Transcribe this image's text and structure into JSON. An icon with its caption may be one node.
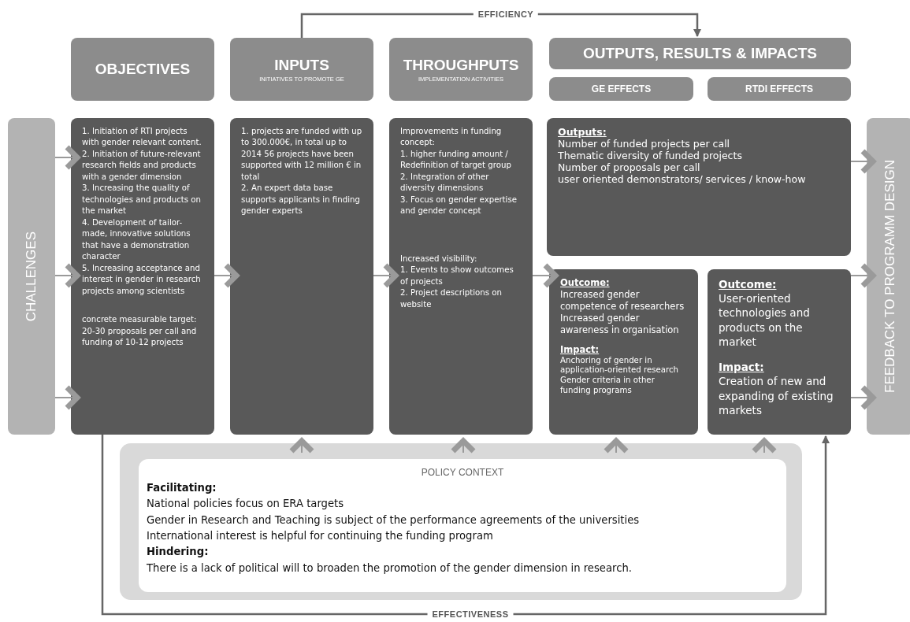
{
  "diagram": {
    "nodes": [
      {
        "text": [
          "OBJECTIVES"
        ]
      },
      {
        "text": [
          "INPUTS",
          "INITIATIVES TO PROMOTE GE"
        ]
      },
      {
        "text": [
          "THROUGHPUTS",
          "IMPLEMENTATION ACTIVITIES"
        ]
      },
      {
        "text": [
          "OUTPUTS, RESULTS & IMPACTS"
        ]
      },
      {
        "text": [
          "GE EFFECTS"
        ]
      },
      {
        "text": [
          "RTDI EFFECTS"
        ]
      },
      {
        "text": [
          "CHALLENGES"
        ]
      },
      {
        "text": [
          "1. Initiation of RTI projects with gender relevant content.",
          "2. Initiation of future-relevant research fields and products with a gender dimension",
          "3. Increasing the quality of technologies and products on the market",
          "4. Development of tailor-made, innovative solutions that have a demonstration character",
          "5. Increasing acceptance and interest in gender in research projects among scientists",
          "concrete measurable target: 20-30 proposals per call and funding of 10-12 projects"
        ]
      },
      {
        "text": [
          "1. projects are funded with up to 300.000€, in total up to 2014 56 projects have been supported with 12 million € in total",
          "2. An expert data base supports applicants in finding gender experts"
        ]
      },
      {
        "text": [
          "Improvements in funding concept:",
          "1. higher funding amount / Redefinition of target group",
          "2. Integration of other diversity dimensions",
          "3. Focus on gender expertise and gender concept",
          "Increased visibility:",
          "1. Events to show outcomes of projects",
          "2. Project descriptions on website"
        ]
      },
      {
        "text": [
          "Outputs:",
          "Number of funded projects per call",
          "Thematic diversity of funded projects",
          "Number of proposals per call",
          "user oriented demonstrators/ services / know-how"
        ]
      },
      {
        "text": [
          "Outcome:",
          "Increased gender competence of researchers",
          "Increased gender awareness in organisation",
          "Impact:",
          "Anchoring of gender in application-oriented research",
          "Gender criteria in other funding programs"
        ]
      },
      {
        "text": [
          "Outcome:",
          "User-oriented technologies and products on the market",
          "Impact:",
          "Creation of new and expanding of existing markets"
        ]
      },
      {
        "text": [
          "FEEDBACK TO PROGRAMM DESIGN"
        ]
      },
      {
        "text": [],
        "shape": "box"
      },
      {
        "text": [
          "POLICY CONTEXT",
          "Facilitating:",
          "National policies focus on ERA targets",
          "Gender in Research and Teaching is subject of the performance agreements of the universities",
          "International interest is helpful for continuing the funding program",
          "Hindering:",
          "There is a lack of political will to broaden the promotion of the gender dimension in research."
        ],
        "in": 14
      }
    ],
    "edges": [
      {
        "from": 6,
        "to": 7,
        "arrow": "to"
      },
      {
        "from": 6,
        "to": 7,
        "arrow": "to"
      },
      {
        "from": 6,
        "to": 7,
        "arrow": "to"
      },
      {
        "from": 7,
        "to": 8,
        "arrow": "to"
      },
      {
        "from": 8,
        "to": 9,
        "arrow": "to"
      },
      {
        "from": 9,
        "to": 11,
        "arrow": "to"
      },
      {
        "from": 10,
        "to": 13,
        "arrow": "to"
      },
      {
        "from": 12,
        "to": 13,
        "arrow": "to"
      },
      {
        "from": 12,
        "to": 13,
        "arrow": "to"
      },
      {
        "from": 14,
        "to": 8,
        "arrow": "to"
      },
      {
        "from": 14,
        "to": 9,
        "arrow": "to"
      },
      {
        "from": 14,
        "to": 11,
        "arrow": "to"
      },
      {
        "from": 14,
        "to": 12,
        "arrow": "to"
      },
      {
        "from": 1,
        "to": 3,
        "arrow": "to",
        "label": "EFFICIENCY"
      },
      {
        "from": 7,
        "to": 12,
        "arrow": "to",
        "label": "EFFECTIVENESS"
      }
    ]
  }
}
